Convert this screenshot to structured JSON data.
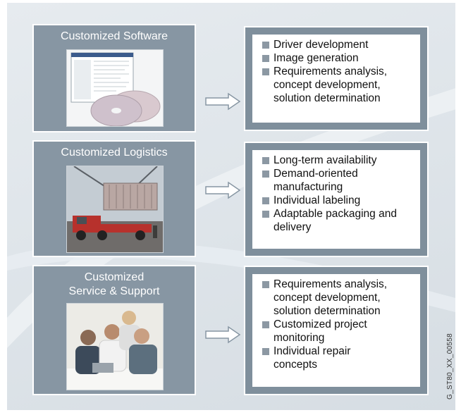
{
  "colors": {
    "background": "#dfe5ea",
    "panel": "#8796a3",
    "list_frame": "#7f8f9c",
    "bullet": "#8c98a3",
    "arrow": "#ffffff"
  },
  "rows": [
    {
      "title": "Customized Software",
      "image": "software-and-cds-photo",
      "items": [
        "Driver development",
        "Image generation",
        "Requirements analysis,\nconcept development,\nsolution determination"
      ]
    },
    {
      "title": "Customized Logistics",
      "image": "container-truck-photo",
      "items": [
        "Long-term availability",
        "Demand-oriented\nmanufacturing",
        "Individual labeling",
        "Adaptable packaging and\ndelivery"
      ]
    },
    {
      "title": "Customized\nService & Support",
      "image": "business-meeting-photo",
      "items": [
        "Requirements analysis,\nconcept development,\nsolution determination",
        "Customized project\nmonitoring",
        "Individual repair\nconcepts"
      ]
    }
  ],
  "figure_code": "G_ST80_XX_00558"
}
